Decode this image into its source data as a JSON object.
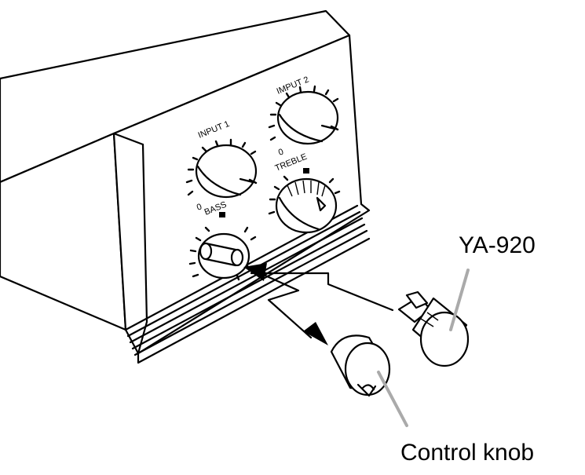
{
  "labels": {
    "input1": "INPUT 1",
    "input2": "IMPUT 2",
    "bass": "BASS",
    "treble": "TREBLE",
    "zero": "0",
    "part_number": "YA-920",
    "control_knob": "Control knob"
  },
  "colors": {
    "line": "#000000",
    "leader": "#aaaaaa",
    "background": "#ffffff"
  }
}
